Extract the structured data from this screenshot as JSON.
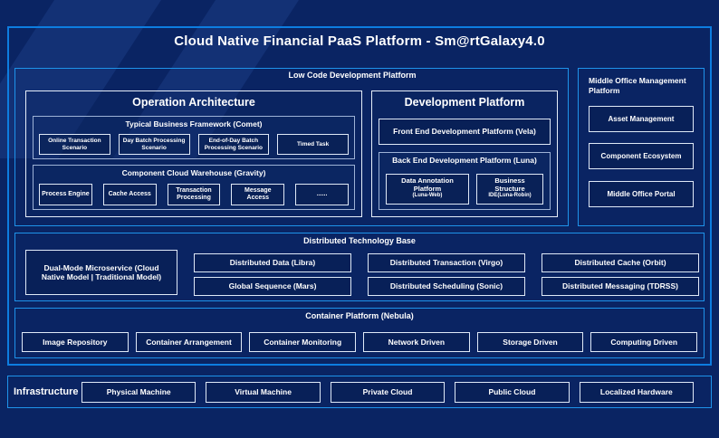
{
  "title": "Cloud Native Financial PaaS Platform - Sm@rtGalaxy4.0",
  "colors": {
    "background": "#0a2463",
    "frame_border": "#0d7de0",
    "section_border": "#1e93ea",
    "box_border": "#e6eef9",
    "group_border": "#9db2d6",
    "text": "#ffffff"
  },
  "low_code": {
    "label": "Low Code Development Platform",
    "operation_architecture": {
      "title": "Operation Architecture",
      "comet": {
        "title": "Typical Business Framework (Comet)",
        "items": [
          "Online Transaction Scenario",
          "Day Batch Processing Scenario",
          "End-of-Day Batch Processing Scenario",
          "Timed Task"
        ]
      },
      "gravity": {
        "title": "Component Cloud Warehouse (Gravity)",
        "items": [
          "Process Engine",
          "Cache Access",
          "Transaction Processing",
          "Message Access",
          "......"
        ]
      }
    },
    "development_platform": {
      "title": "Development Platform",
      "front_end": "Front End Development Platform (Vela)",
      "back_end": {
        "title": "Back End Development Platform (Luna)",
        "data_annotation": {
          "lines": [
            "Data Annotation",
            "Platform",
            "(Luna-Web)"
          ]
        },
        "business_structure": {
          "lines": [
            "Business",
            "Structure",
            "IDE(Luna-Robin)"
          ]
        }
      }
    }
  },
  "middle_office": {
    "label": "Middle Office Management Platform",
    "items": [
      "Asset Management",
      "Component Ecosystem",
      "Middle Office Portal"
    ]
  },
  "distributed_base": {
    "label": "Distributed Technology Base",
    "dual_mode": "Dual-Mode Microservice (Cloud Native Model | Traditional Model)",
    "rows": [
      [
        "Distributed Data (Libra)",
        "Distributed Transaction (Virgo)",
        "Distributed Cache (Orbit)"
      ],
      [
        "Global Sequence (Mars)",
        "Distributed Scheduling (Sonic)",
        "Distributed Messaging (TDRSS)"
      ]
    ]
  },
  "container_platform": {
    "label": "Container Platform (Nebula)",
    "items": [
      "Image Repository",
      "Container Arrangement",
      "Container Monitoring",
      "Network Driven",
      "Storage Driven",
      "Computing Driven"
    ]
  },
  "infrastructure": {
    "label": "Infrastructure",
    "items": [
      "Physical Machine",
      "Virtual Machine",
      "Private Cloud",
      "Public Cloud",
      "Localized Hardware"
    ]
  }
}
